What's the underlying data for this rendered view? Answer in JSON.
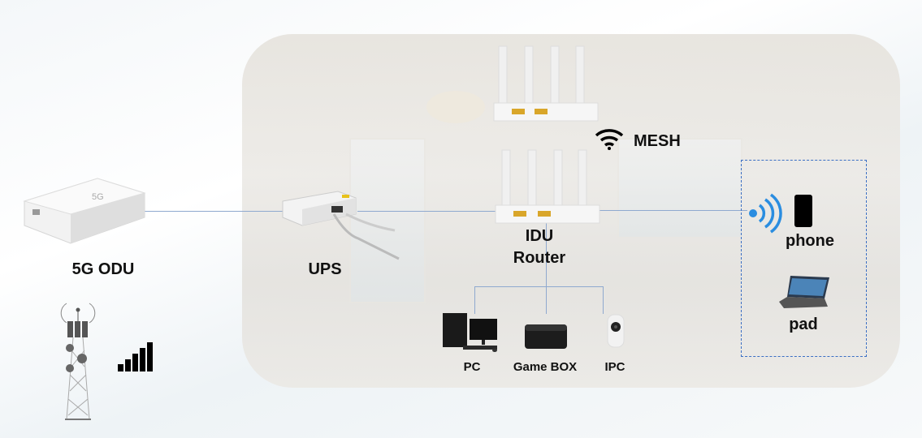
{
  "diagram": {
    "outdoor": {
      "odu_label": "5G ODU",
      "odu_badge": "5G",
      "ups_label": "UPS",
      "tower_icon": "cell-tower-icon",
      "signal_icon": "signal-bars-icon"
    },
    "indoor": {
      "mesh_label": "MESH",
      "router_label_line1": "IDU",
      "router_label_line2": "Router",
      "wired_devices": [
        {
          "label": "PC",
          "icon": "desktop-pc-icon"
        },
        {
          "label": "Game BOX",
          "icon": "game-box-icon"
        },
        {
          "label": "IPC",
          "icon": "ip-camera-icon"
        }
      ],
      "wireless_devices": [
        {
          "label": "phone",
          "icon": "phone-icon"
        },
        {
          "label": "pad",
          "icon": "tablet-icon"
        }
      ]
    },
    "colors": {
      "link": "#8fa9cf",
      "wifi_accent": "#2a8de0",
      "dashed_box": "#3b6fc4"
    }
  }
}
